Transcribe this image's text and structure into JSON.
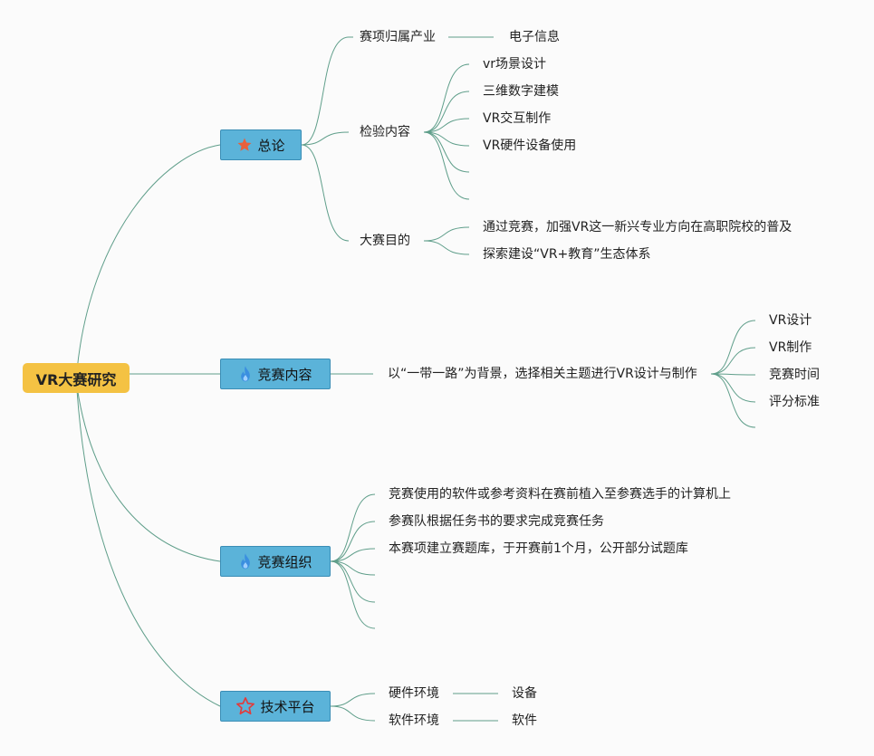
{
  "root": {
    "label": "VR大赛研究"
  },
  "branches": {
    "overview": {
      "label": "总论",
      "icon": "star-filled-icon",
      "items": [
        {
          "label": "赛项归属产业",
          "children": [
            "电子信息"
          ]
        },
        {
          "label": "检验内容",
          "children": [
            "vr场景设计",
            "三维数字建模",
            "VR交互制作",
            "VR硬件设备使用",
            "",
            ""
          ]
        },
        {
          "label": "大赛目的",
          "children": [
            "通过竞赛，加强VR这一新兴专业方向在高职院校的普及",
            "探索建设“VR+教育”生态体系"
          ]
        }
      ]
    },
    "content": {
      "label": "竞赛内容",
      "icon": "fire-icon",
      "items": [
        {
          "label": "以“一带一路”为背景，选择相关主题进行VR设计与制作",
          "children": [
            "VR设计",
            "VR制作",
            "竞赛时间",
            "评分标准",
            ""
          ]
        }
      ]
    },
    "organization": {
      "label": "竞赛组织",
      "icon": "fire-icon",
      "items": [
        "竞赛使用的软件或参考资料在赛前植入至参赛选手的计算机上",
        "参赛队根据任务书的要求完成竞赛任务",
        "本赛项建立赛题库，于开赛前1个月，公开部分试题库",
        "",
        "",
        ""
      ]
    },
    "platform": {
      "label": "技术平台",
      "icon": "star-outline-icon",
      "items": [
        {
          "label": "硬件环境",
          "children": [
            "设备"
          ]
        },
        {
          "label": "软件环境",
          "children": [
            "软件"
          ]
        }
      ]
    }
  },
  "colors": {
    "line": "#5f9e8a",
    "root": "#f4c243",
    "branch": "#5bb3d9",
    "star": "#e8603c",
    "fire": "#3b8fe0"
  }
}
